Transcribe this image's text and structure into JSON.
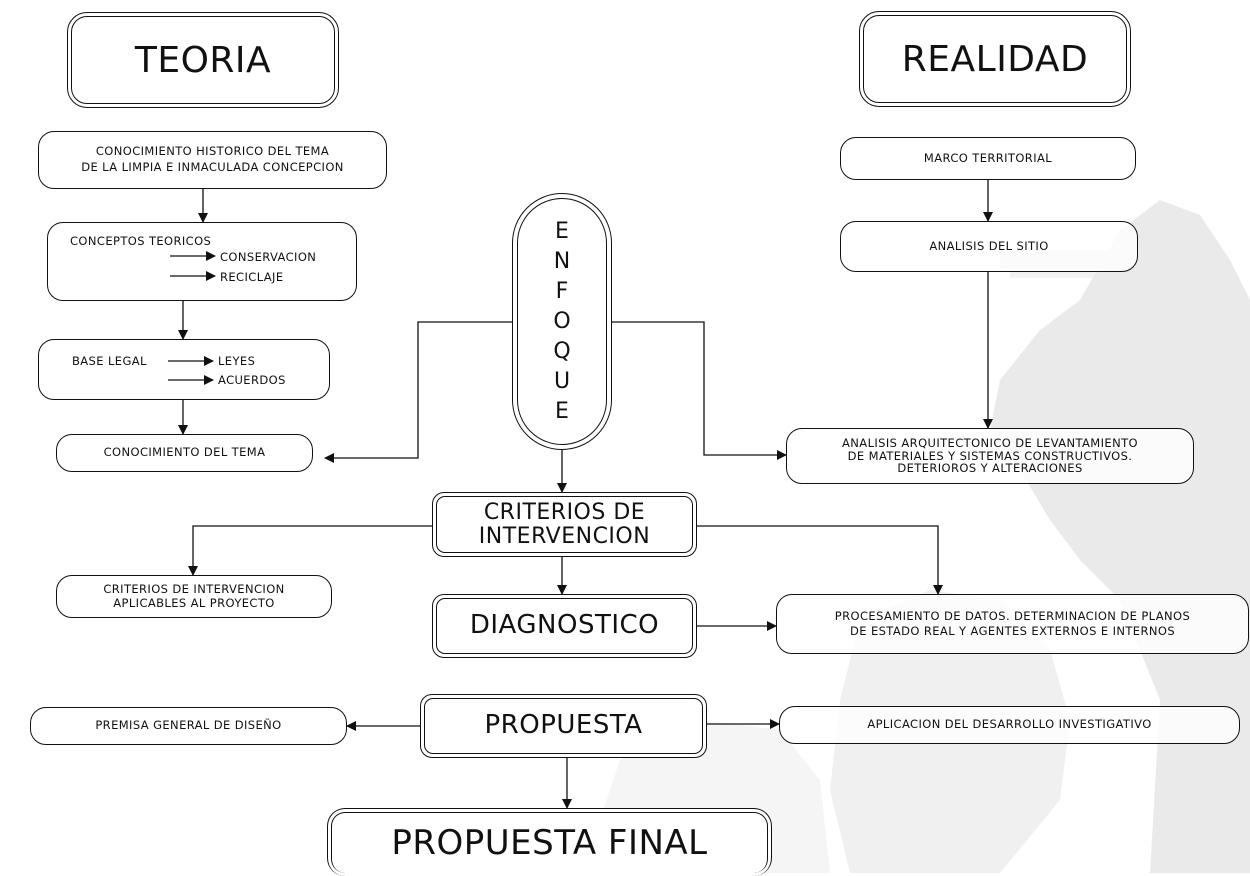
{
  "teoria": {
    "title": "TEORIA",
    "conocimiento_historico": [
      "CONOCIMIENTO HISTORICO DEL TEMA",
      "DE LA LIMPIA E INMACULADA CONCEPCION"
    ],
    "conceptos": {
      "label": "CONCEPTOS TEORICOS",
      "items": [
        "CONSERVACION",
        "RECICLAJE"
      ]
    },
    "base_legal": {
      "label": "BASE LEGAL",
      "items": [
        "LEYES",
        "ACUERDOS"
      ]
    },
    "conocimiento_tema": "CONOCIMIENTO DEL TEMA"
  },
  "realidad": {
    "title": "REALIDAD",
    "marco_territorial": "MARCO TERRITORIAL",
    "analisis_sitio": "ANALISIS DEL  SITIO",
    "analisis_arquitectonico": [
      "ANALISIS ARQUITECTONICO DE LEVANTAMIENTO",
      "DE MATERIALES Y SISTEMAS CONSTRUCTIVOS.",
      "DETERIOROS Y ALTERACIONES"
    ]
  },
  "enfoque": {
    "letters": [
      "E",
      "N",
      "F",
      "O",
      "Q",
      "U",
      "E"
    ]
  },
  "criterios": {
    "title": [
      "CRITERIOS DE",
      "INTERVENCION"
    ],
    "aplicables": [
      "CRITERIOS DE INTERVENCION",
      "APLICABLES AL PROYECTO"
    ]
  },
  "diagnostico": {
    "title": "DIAGNOSTICO",
    "procesamiento": [
      "PROCESAMIENTO DE DATOS. DETERMINACION DE PLANOS",
      "DE ESTADO REAL Y AGENTES EXTERNOS E INTERNOS"
    ]
  },
  "propuesta": {
    "title": "PROPUESTA",
    "premisa": "PREMISA GENERAL DE DISEÑO",
    "aplicacion": "APLICACION DEL DESARROLLO INVESTIGATIVO"
  },
  "propuesta_final": {
    "title": "PROPUESTA FINAL"
  },
  "colors": {
    "line": "#111111",
    "background": "#ffffff",
    "watermark": "#cfcfcf"
  }
}
